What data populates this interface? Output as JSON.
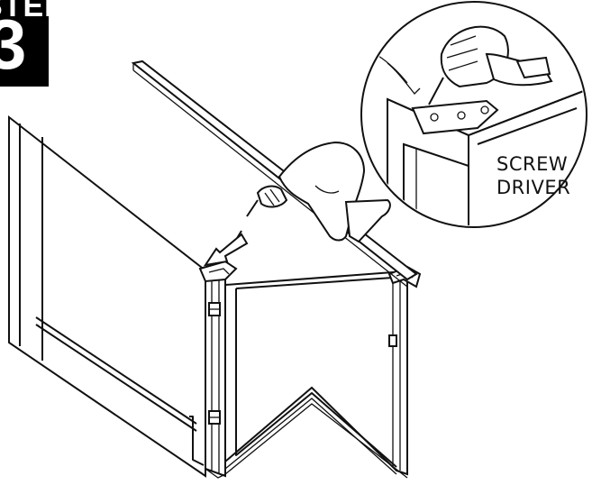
{
  "step_badge": {
    "word": "STEP",
    "number": "3"
  },
  "callout": {
    "line1": "SCREW",
    "line2": "DRIVER"
  },
  "icons": [
    "drill-icon",
    "arrow-icon",
    "screw-icon",
    "bracket-icon"
  ]
}
